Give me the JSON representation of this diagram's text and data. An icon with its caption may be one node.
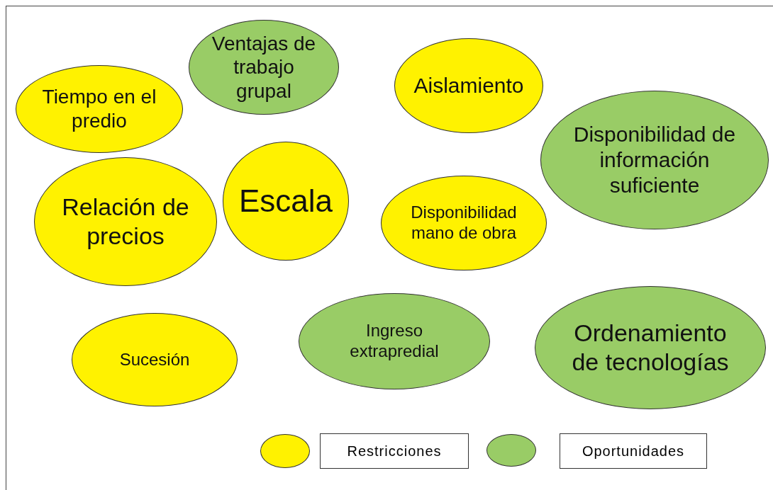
{
  "diagram": {
    "nodes": [
      {
        "text": [
          "Ventajas de trabajo grupal"
        ]
      },
      {
        "text": [
          "Aislamiento"
        ]
      },
      {
        "text": [
          "Tiempo en el predio"
        ]
      },
      {
        "text": [
          "Disponibilidad de información suficiente"
        ]
      },
      {
        "text": [
          "Escala"
        ]
      },
      {
        "text": [
          "Relación de precios"
        ]
      },
      {
        "text": [
          "Disponibilidad mano de obra"
        ]
      },
      {
        "text": [
          "Ordenamiento de tecnologías"
        ]
      },
      {
        "text": [
          "Ingreso extrapredial"
        ]
      },
      {
        "text": [
          "Sucesión"
        ]
      }
    ],
    "legend": [
      {
        "text": "Restricciones",
        "color": "#fff200"
      },
      {
        "text": "Oportunidades",
        "color": "#99cc66"
      }
    ]
  }
}
